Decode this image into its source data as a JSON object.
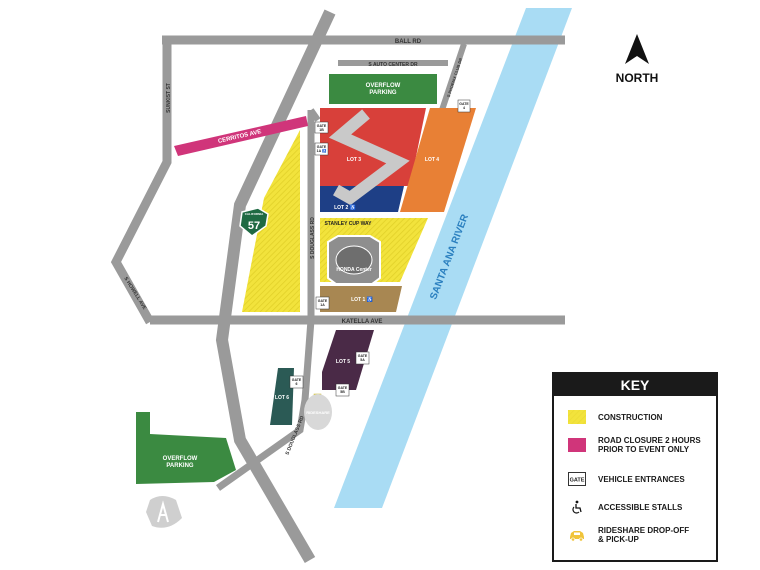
{
  "north": {
    "label": "NORTH"
  },
  "roads": {
    "ball_rd": "BALL RD",
    "auto_center": "S AUTO CENTER DR",
    "phoenix_club": "S PHOENIX CLUB DR",
    "sunkist": "SUNKIST ST",
    "cerritos": "CERRITOS AVE",
    "howell": "S HOWELL AVE",
    "douglass_upper": "S DOUGLASS RD",
    "douglass_lower": "S DOUGLASS RD",
    "katella": "KATELLA AVE",
    "stanley": "STANLEY CUP WAY",
    "freeway_top": "CALIFORNIA",
    "freeway": "57"
  },
  "river": {
    "label": "SANTA ANA RIVER"
  },
  "lots": {
    "overflow_top": "OVERFLOW\nPARKING",
    "lot3": "LOT 3",
    "lot4": "LOT 4",
    "lot2": "LOT 2 ♿",
    "lot1": "LOT 1 ♿",
    "lot5": "LOT 5",
    "lot6": "LOT 6",
    "overflow_bottom": "OVERFLOW\nPARKING",
    "arena": "HONDA Center",
    "rideshare": "RIDESHARE"
  },
  "gates": {
    "g1b": "GATE\n1B",
    "g1a": "GATE\n1A ♿",
    "g4": "GATE\n4",
    "g1": "GATE\n1A",
    "g5a": "GATE\n5A",
    "g5b": "GATE\n5B",
    "g6": "GATE\n6"
  },
  "key": {
    "title": "KEY",
    "items": [
      {
        "label": "CONSTRUCTION",
        "color": "#f2e33c",
        "icon": "construction-swatch"
      },
      {
        "label": "ROAD CLOSURE 2 HOURS\nPRIOR TO EVENT ONLY",
        "color": "#d0357a",
        "icon": "road-closure-swatch"
      },
      {
        "label": "VEHICLE ENTRANCES",
        "icon": "gate-icon",
        "icon_text": "GATE"
      },
      {
        "label": "ACCESSIBLE STALLS",
        "icon": "accessible-icon"
      },
      {
        "label": "RIDESHARE DROP-OFF\n& PICK-UP",
        "color": "#f0c43a",
        "icon": "car-icon"
      }
    ]
  },
  "colors": {
    "road": "#9a9a9a",
    "river": "#a9dcf4",
    "green": "#3b8a41",
    "red": "#d8403a",
    "orange": "#e88035",
    "blue": "#1e3f86",
    "tan": "#a88752",
    "purple": "#4a2a47",
    "teal": "#2b5a55",
    "yellow": "#f2e33c",
    "pink": "#d0357a"
  }
}
